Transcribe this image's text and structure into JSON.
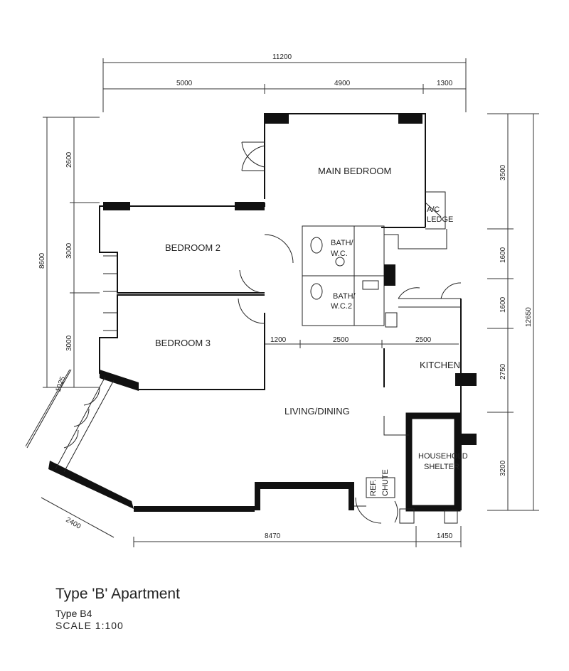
{
  "rooms": {
    "main_bedroom": "MAIN BEDROOM",
    "bedroom_2": "BEDROOM 2",
    "bedroom_3": "BEDROOM 3",
    "bath_wc_1": "BATH/",
    "bath_wc_1b": "W.C.",
    "bath_wc_2": "BATH/",
    "bath_wc_2b": "W.C.2",
    "ac_ledge": "A/C",
    "ac_ledge_b": "LEDGE",
    "kitchen": "KITCHEN",
    "living_dining": "LIVING/DINING",
    "household_shelter": "HOUSEHOLD",
    "household_shelter_b": "SHELTER",
    "refuse_chute": "REF.",
    "refuse_chute_b": "CHUTE"
  },
  "dimensions": {
    "top_total": "11200",
    "top_1": "5000",
    "top_2": "4900",
    "top_3": "1300",
    "left_total": "8600",
    "left_1": "2600",
    "left_2": "3000",
    "left_3": "3000",
    "left_diag": "1025",
    "right_total": "12650",
    "right_1": "3500",
    "right_2": "1600",
    "right_3": "1600",
    "right_4": "2750",
    "right_5": "3200",
    "inner_1": "1200",
    "inner_2": "2500",
    "inner_3": "2500",
    "bottom": "8470",
    "bottom_right": "1450",
    "bottom_left": "2400"
  },
  "caption": {
    "title": "Type 'B' Apartment",
    "type": "Type B4",
    "scale": "SCALE 1:100"
  }
}
